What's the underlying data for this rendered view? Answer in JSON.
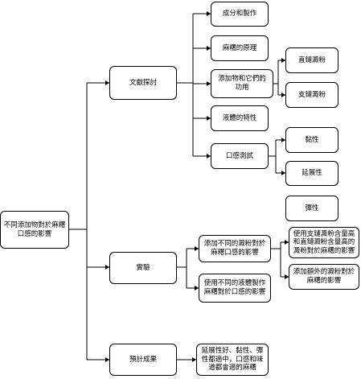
{
  "diagram": {
    "root": "不同添加物對於麻糬\n口感的影響",
    "branches": {
      "literature": "文獻探討",
      "experiment": "實驗",
      "expected": "預計成果"
    },
    "literature_items": {
      "ingredients": "成分和製作",
      "principle": "麻糬的原理",
      "additives": "添加物和它們的\n功用",
      "liquid": "液體的特性",
      "texture_test": "口感測試"
    },
    "starches": {
      "amylose": "直鏈澱粉",
      "amylopectin": "支鏈澱粉"
    },
    "texture_props": {
      "stickiness": "黏性",
      "extensibility": "延展性",
      "elasticity": "彈性"
    },
    "experiment_items": {
      "additives_exp": "添加不同的澱粉對於\n麻糬口感的影響",
      "liquid_exp": "使用不同的液體製作\n麻糬對於口感的影響"
    },
    "experiment_sub": {
      "ratio": "使用支鏈澱粉含量高\n和直鏈澱粉含量高的\n澱粉對於麻糬的影響",
      "extra": "添加額外的澱粉對於\n麻糬的影響"
    },
    "result": "延展性好、黏性、彈\n性都適中，口感和味\n道都會適的麻糬"
  }
}
